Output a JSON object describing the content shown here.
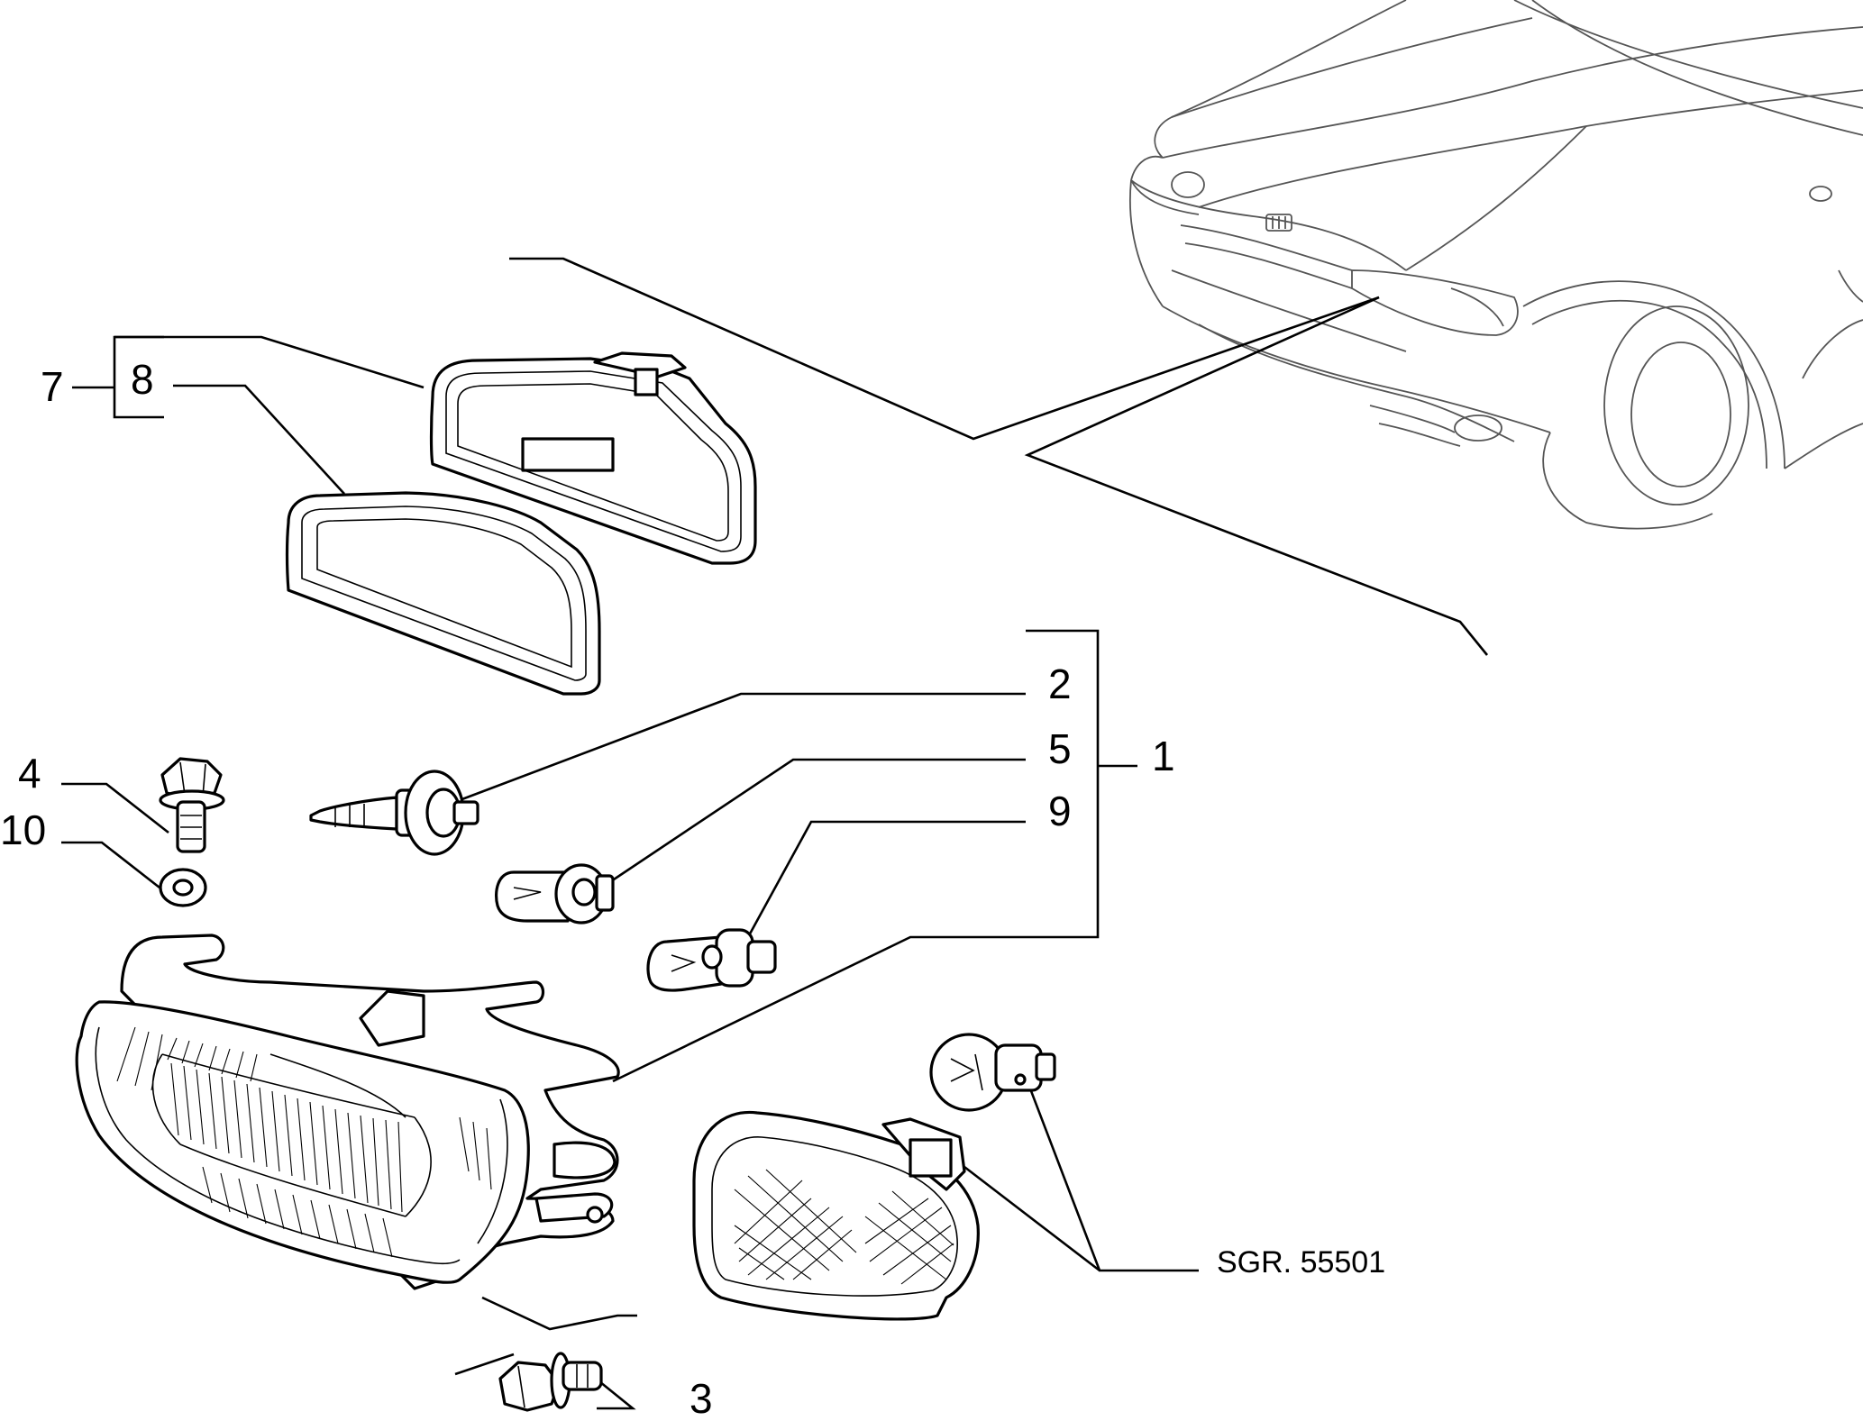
{
  "callouts": {
    "c1": "1",
    "c2": "2",
    "c3": "3",
    "c4": "4",
    "c5": "5",
    "c7": "7",
    "c8": "8",
    "c9": "9",
    "c10": "10"
  },
  "reference": "SGR. 55501",
  "parts": {
    "headlamp": "headlamp-assembly",
    "bulb_main": "halogen-bulb",
    "bulb_side": "wedge-bulb",
    "bulb_park": "bayonet-bulb",
    "bulb_indicator": "indicator-bulb",
    "indicator": "direction-indicator-lamp",
    "cover_outer": "headlamp-cover",
    "cover_gasket": "cover-gasket",
    "screw_top": "flange-screw",
    "washer": "washer",
    "screw_bottom": "flange-bolt",
    "car": "vehicle-front-view"
  }
}
